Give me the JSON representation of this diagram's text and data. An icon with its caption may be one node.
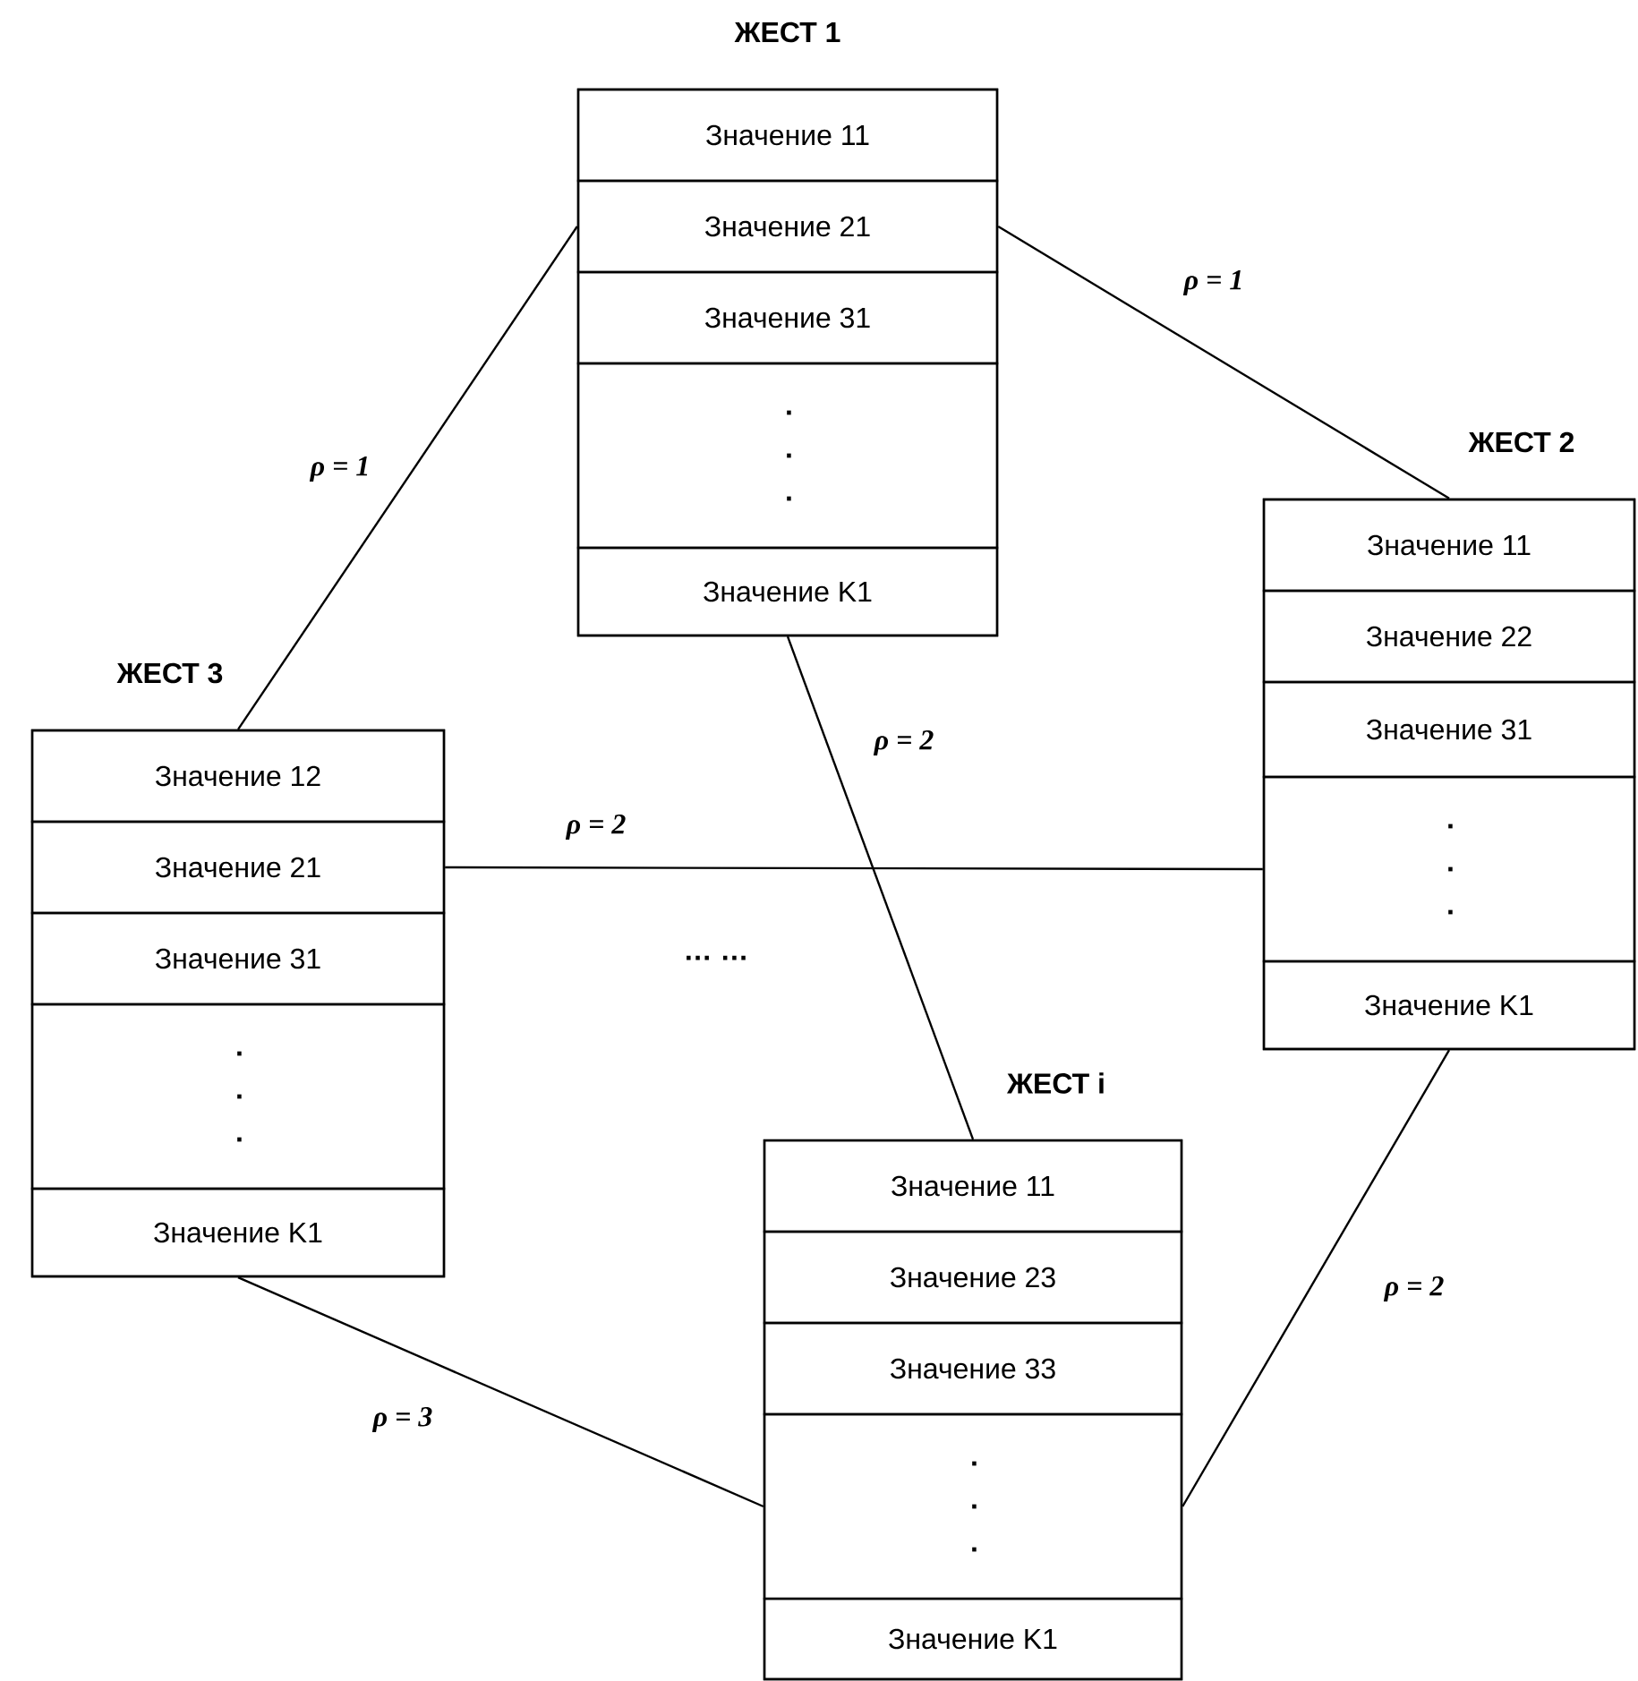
{
  "diagram": {
    "nodes": [
      {
        "text": [
          "ЖЕСТ 1"
        ]
      },
      {
        "text": [
          "Значение 11"
        ],
        "in": 0
      },
      {
        "text": [
          "Значение 21"
        ],
        "in": 0
      },
      {
        "text": [
          "Значение 31"
        ],
        "in": 0
      },
      {
        "text": [
          ". . ."
        ],
        "in": 0
      },
      {
        "text": [
          "Значение K1"
        ],
        "in": 0
      },
      {
        "text": [
          "ЖЕСТ 2"
        ]
      },
      {
        "text": [
          "Значение 11"
        ],
        "in": 6
      },
      {
        "text": [
          "Значение 22"
        ],
        "in": 6
      },
      {
        "text": [
          "Значение 31"
        ],
        "in": 6
      },
      {
        "text": [
          ". . ."
        ],
        "in": 6
      },
      {
        "text": [
          "Значение K1"
        ],
        "in": 6
      },
      {
        "text": [
          "ЖЕСТ 3"
        ]
      },
      {
        "text": [
          "Значение 12"
        ],
        "in": 12
      },
      {
        "text": [
          "Значение 21"
        ],
        "in": 12
      },
      {
        "text": [
          "Значение 31"
        ],
        "in": 12
      },
      {
        "text": [
          ". . ."
        ],
        "in": 12
      },
      {
        "text": [
          "Значение K1"
        ],
        "in": 12
      },
      {
        "text": [
          "ЖЕСТ i"
        ]
      },
      {
        "text": [
          "Значение 11"
        ],
        "in": 18
      },
      {
        "text": [
          "Значение 23"
        ],
        "in": 18
      },
      {
        "text": [
          "Значение 33"
        ],
        "in": 18
      },
      {
        "text": [
          ". . ."
        ],
        "in": 18
      },
      {
        "text": [
          "Значение K1"
        ],
        "in": 18
      }
    ],
    "edges": [
      {
        "from": 2,
        "to": 13,
        "arrow": "none",
        "label": "ρ = 1"
      },
      {
        "from": 2,
        "to": 7,
        "arrow": "none",
        "label": "ρ = 1"
      },
      {
        "from": 5,
        "to": 19,
        "arrow": "none",
        "label": "ρ = 2"
      },
      {
        "from": 14,
        "to": 10,
        "arrow": "none",
        "label": "ρ = 2"
      },
      {
        "from": 17,
        "to": 22,
        "arrow": "none",
        "label": "ρ = 3"
      },
      {
        "from": 11,
        "to": 22,
        "arrow": "none",
        "label": "ρ = 2"
      }
    ],
    "labels": [
      "… …"
    ]
  }
}
